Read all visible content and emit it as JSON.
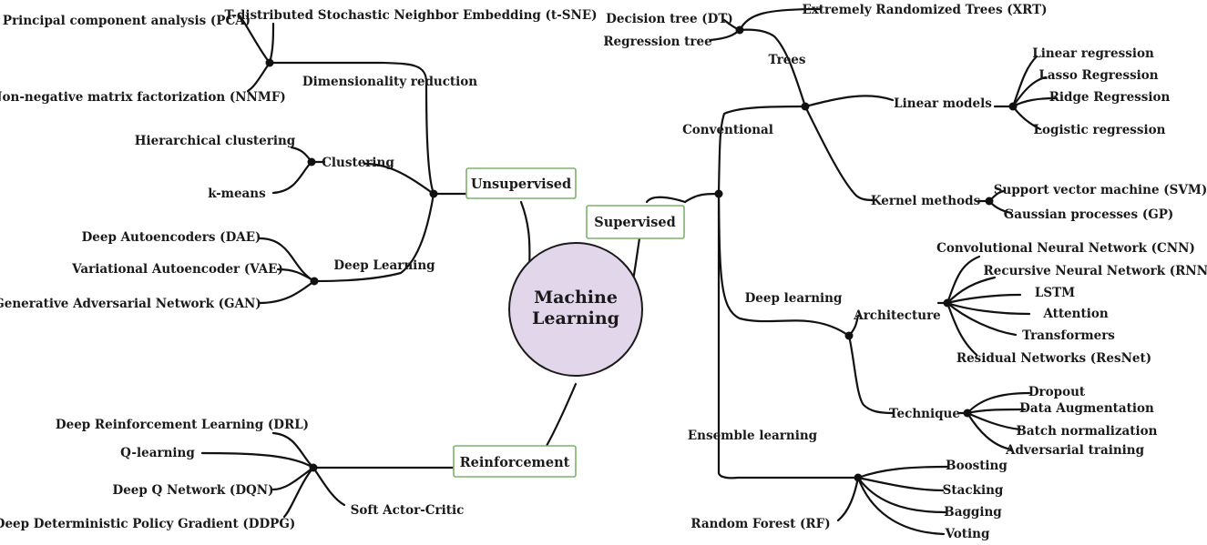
{
  "center": {
    "line1": "Machine",
    "line2": "Learning"
  },
  "branches": {
    "unsupervised": "Unsupervised",
    "supervised": "Supervised",
    "reinforcement": "Reinforcement"
  },
  "unsupervised": {
    "dimensionality_reduction": "Dimensionality reduction",
    "pca": "Principal component analysis (PCA)",
    "tsne": "T-distributed Stochastic Neighbor Embedding (t-SNE)",
    "nnmf": "Non-negative matrix factorization (NNMF)",
    "clustering": "Clustering",
    "hierarchical": "Hierarchical clustering",
    "kmeans": "k-means",
    "deep_learning": "Deep Learning",
    "dae": "Deep Autoencoders (DAE)",
    "vae": "Variational Autoencoder (VAE)",
    "gan": "Generative Adversarial Network (GAN)"
  },
  "reinforcement": {
    "drl": "Deep Reinforcement Learning (DRL)",
    "qlearning": "Q-learning",
    "dqn": "Deep Q Network (DQN)",
    "ddpg": "Deep Deterministic Policy Gradient (DDPG)",
    "sac": "Soft Actor-Critic"
  },
  "supervised": {
    "conventional": "Conventional",
    "trees": "Trees",
    "decision_tree": "Decision tree (DT)",
    "regression_tree": "Regression tree",
    "xrt": "Extremely Randomized Trees (XRT)",
    "linear_models": "Linear models",
    "linear_regression": "Linear regression",
    "lasso": "Lasso Regression",
    "ridge": "Ridge Regression",
    "logistic": "Logistic regression",
    "kernel_methods": "Kernel methods",
    "svm": "Support vector machine (SVM)",
    "gp": "Gaussian processes (GP)",
    "deep_learning": "Deep learning",
    "architecture": "Architecture",
    "cnn": "Convolutional Neural Network (CNN)",
    "rnn": "Recursive Neural Network (RNN)",
    "lstm": "LSTM",
    "attention": "Attention",
    "transformers": "Transformers",
    "resnet": "Residual Networks (ResNet)",
    "technique": "Technique",
    "dropout": "Dropout",
    "augmentation": "Data Augmentation",
    "batchnorm": "Batch normalization",
    "adversarial": "Adversarial training",
    "ensemble": "Ensemble learning",
    "boosting": "Boosting",
    "stacking": "Stacking",
    "bagging": "Bagging",
    "voting": "Voting",
    "random_forest": "Random Forest (RF)"
  }
}
